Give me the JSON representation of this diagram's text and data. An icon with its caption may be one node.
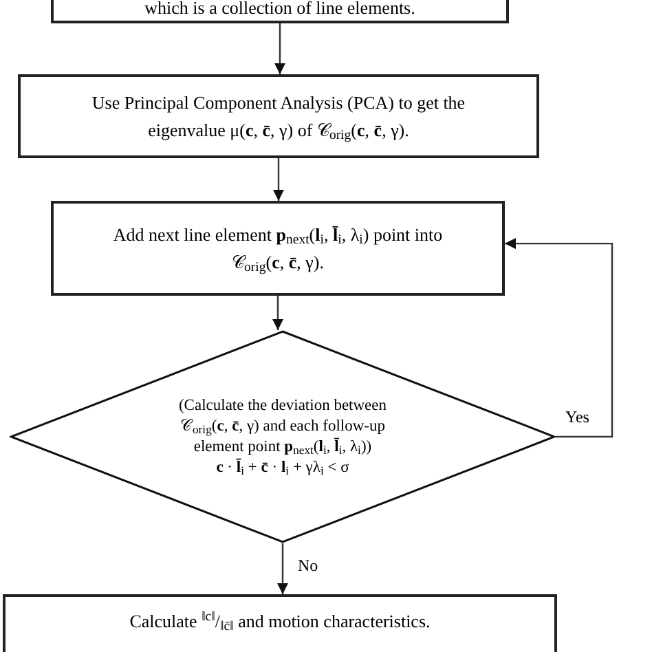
{
  "diagram": {
    "nodes": [
      {
        "text": [
          "which is a collection of line elements."
        ]
      },
      {
        "text": [
          "Use Principal Component Analysis (PCA) to get the eigenvalue μ(**c**, **c̄**, γ) of 𝒞$_{orig}$(**c**, **c̄**, γ)."
        ]
      },
      {
        "text": [
          "Add next line element **p**$_{next}$(**l**$_{i}$, **l̄**$_{i}$, λ$_{i}$) point into 𝒞$_{orig}$(**c**, **c̄**, γ)."
        ]
      },
      {
        "text": [
          "(Calculate the deviation between 𝒞$_{orig}$(**c**, **c̄**, γ) and each follow-up element point **p**$_{next}$(**l**$_{i}$, **l̄**$_{i}$, λ$_{i}$))",
          "**c** · **l̄**$_{i}$ + **c̄** · **l**$_{i}$ + γλ$_{i}$ < σ"
        ]
      },
      {
        "text": [
          "Calculate $^{‖c‖}$/$_{‖c̄‖}$ and motion characteristics."
        ]
      }
    ],
    "edges": [
      {
        "from": 0,
        "to": 1,
        "arrow": "to"
      },
      {
        "from": 1,
        "to": 2,
        "arrow": "to"
      },
      {
        "from": 2,
        "to": 3,
        "arrow": "to"
      },
      {
        "from": 3,
        "to": 2,
        "arrow": "to",
        "label": "Yes"
      },
      {
        "from": 3,
        "to": 4,
        "arrow": "to",
        "label": "No"
      }
    ]
  }
}
